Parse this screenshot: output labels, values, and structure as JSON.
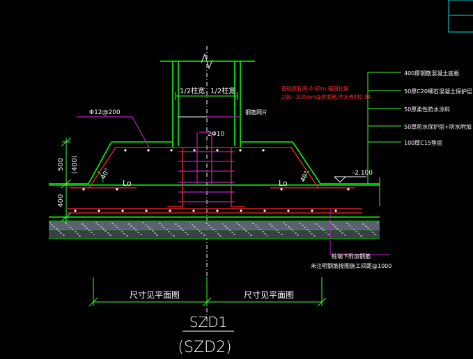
{
  "drawing": {
    "labels": {
      "half_col_left": "1/2柱宽",
      "half_col_right": "1/2柱宽",
      "rebar_top": "Φ12@200",
      "rebar_column": "2Φ10",
      "rebar_note_col": "钢筋网片",
      "lap_left": "Lo",
      "lap_right": "Lo",
      "angle_left": "40°",
      "angle_right": "40°",
      "elevation": "-2.100",
      "dim_500": "500",
      "dim_400b": "(400)",
      "dim_400": "400",
      "plan_left": "尺寸见平面图",
      "plan_right": "尺寸见平面图",
      "title_main": "SZD1",
      "title_sub": "(SZD2)"
    },
    "red_note": {
      "line1": "基础底标高-0.60m,锚固长度",
      "line2": "200~300mm@层面筋,防水卷材0.94"
    },
    "layer_callouts": [
      "400厚钢筋混凝土底板",
      "50厚C20细石混凝土保护层",
      "50厚柔性防水涂料",
      "50厚防水保护层+防水附加",
      "100厚C15垫层"
    ],
    "bottom_note": {
      "line1": "桩端下附加钢筋",
      "line2": "未注明钢筋按图施工间距@1000"
    },
    "colors": {
      "background": "#000000",
      "outline": "#00ff00",
      "rebar": "#ff2a2a",
      "dimension": "#33ff33",
      "leader": "#c020c0",
      "text": "#ffffff",
      "note": "#ff3030"
    }
  }
}
